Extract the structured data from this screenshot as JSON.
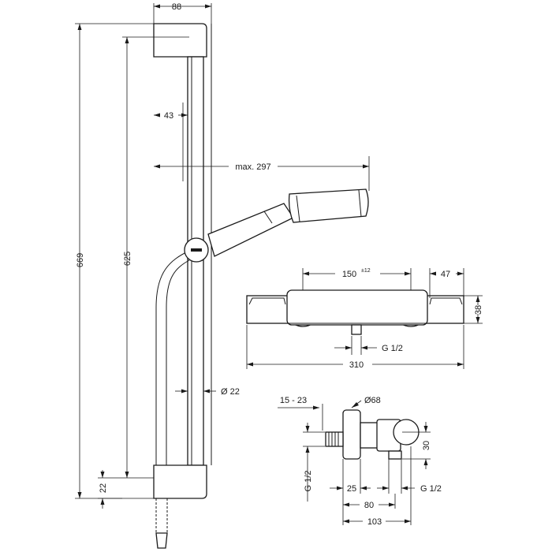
{
  "dimensions": {
    "d88": "88",
    "d669": "669",
    "d625": "625",
    "d43": "43",
    "max297": "max. 297",
    "d22_dia": "Ø 22",
    "d22": "22",
    "d150": "150",
    "tol12": "±12",
    "d47": "47",
    "d38": "38",
    "g12_a": "G 1/2",
    "d310": "310",
    "d15_23": "15 - 23",
    "dia68": "Ø68",
    "d30": "30",
    "g12_b": "G 1/2",
    "d25": "25",
    "g12_c": "G 1/2",
    "d80": "80",
    "d103": "103"
  }
}
